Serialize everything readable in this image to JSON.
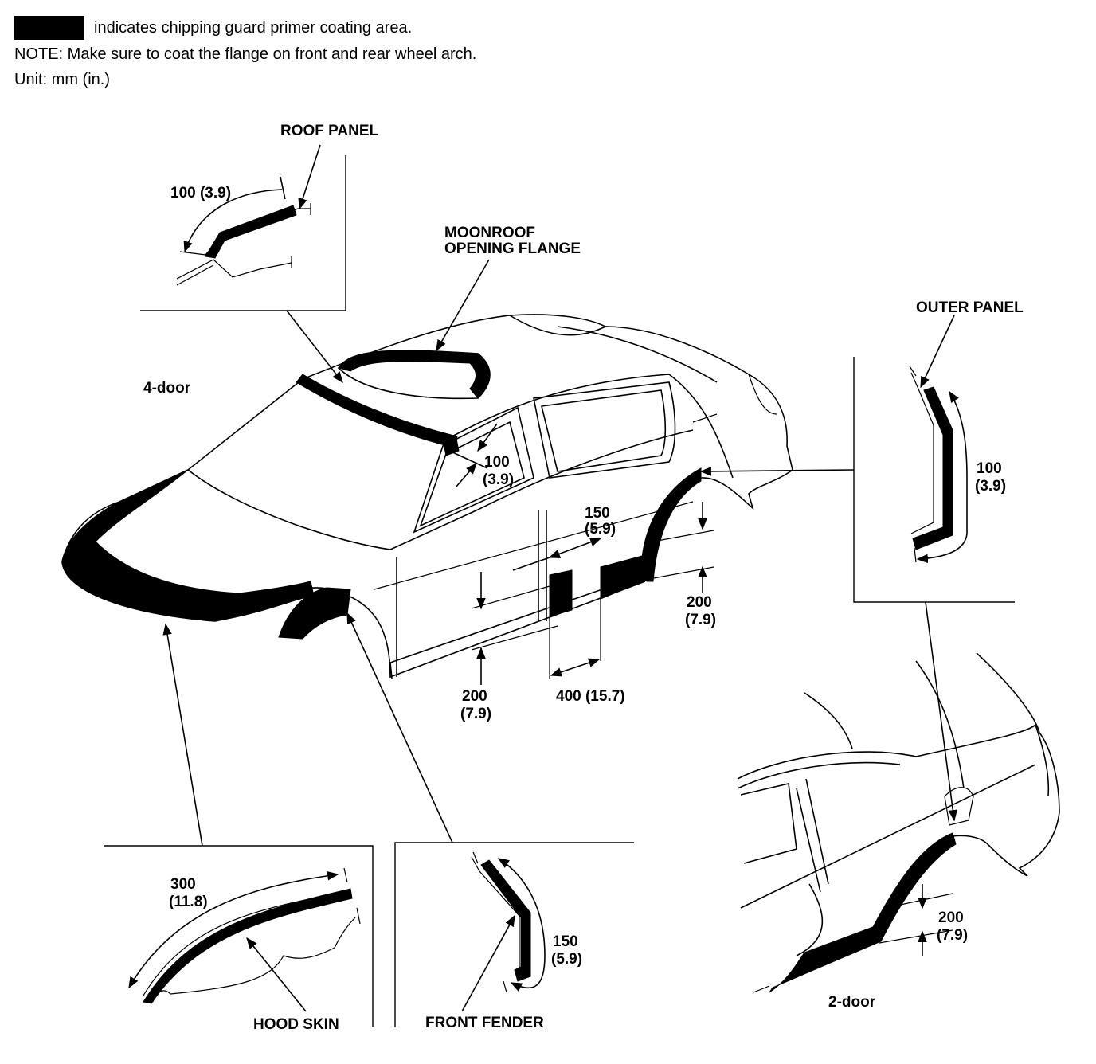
{
  "legend": {
    "text": "indicates chipping guard primer coating area."
  },
  "note": "NOTE: Make sure to coat the flange on front and rear wheel arch.",
  "unit": "Unit: mm (in.)",
  "labels": {
    "roof_panel": "ROOF PANEL",
    "moonroof_line1": "MOONROOF",
    "moonroof_line2": "OPENING FLANGE",
    "outer_panel": "OUTER PANEL",
    "four_door": "4-door",
    "two_door": "2-door",
    "hood_skin": "HOOD SKIN",
    "front_fender": "FRONT FENDER"
  },
  "dimensions": {
    "roof_panel": "100 (3.9)",
    "pillar_mm": "100",
    "pillar_in": "(3.9)",
    "door_mid_mm": "150",
    "door_mid_in": "(5.9)",
    "rear_arch_mm": "200",
    "rear_arch_in": "(7.9)",
    "rocker_mm": "200",
    "rocker_in": "(7.9)",
    "rocker_len": "400 (15.7)",
    "outer_panel_mm": "100",
    "outer_panel_in": "(3.9)",
    "hood_mm": "300",
    "hood_in": "(11.8)",
    "fender_mm": "150",
    "fender_in": "(5.9)",
    "two_door_mm": "200",
    "two_door_in": "(7.9)"
  },
  "colors": {
    "coating": "#000000",
    "line": "#000000",
    "background": "#ffffff"
  }
}
